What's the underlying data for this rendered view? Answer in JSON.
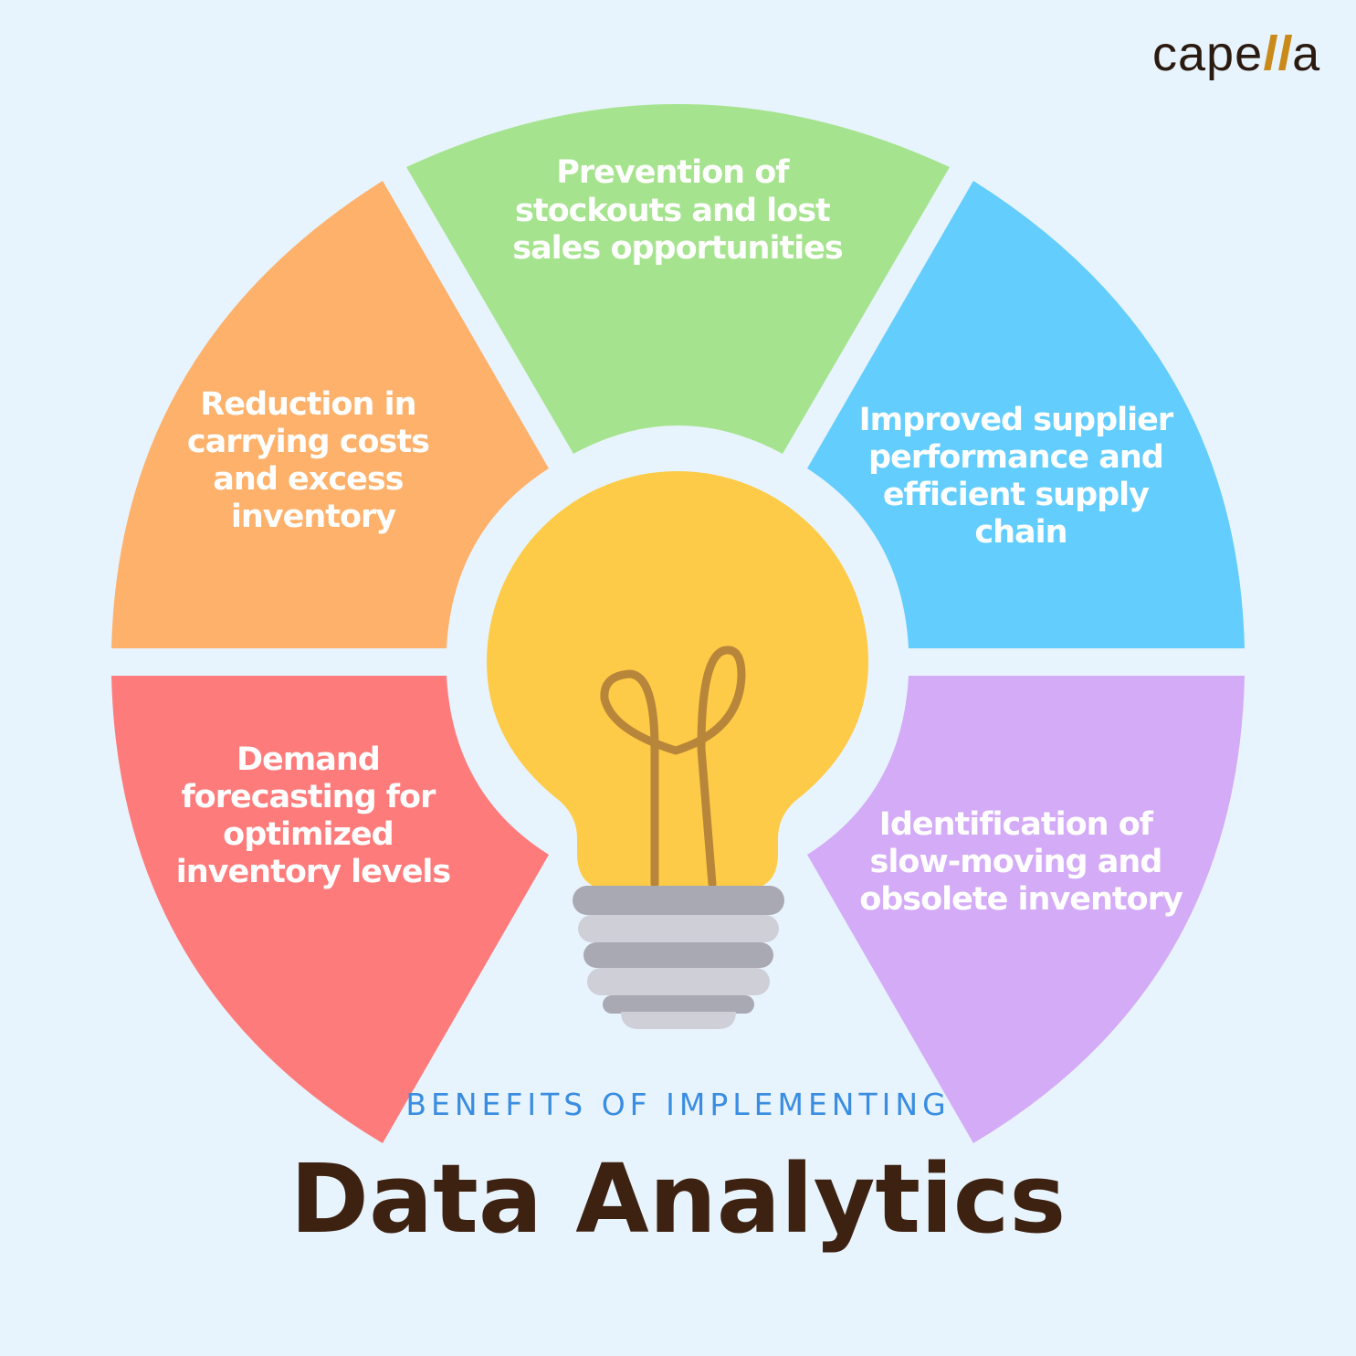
{
  "logo": {
    "text": "capella",
    "text_before": "cape",
    "text_mid": "ll",
    "text_after": "a",
    "accent_color": "#c98a1a"
  },
  "segments": [
    {
      "id": "top",
      "lines": [
        "Prevention of",
        "stockouts and lost",
        "sales opportunities"
      ],
      "color": "#a6e38f"
    },
    {
      "id": "upper-right",
      "lines": [
        "Improved supplier",
        "performance and",
        "efficient supply",
        "chain"
      ],
      "color": "#63cdfd"
    },
    {
      "id": "lower-right",
      "lines": [
        "Identification of",
        "slow-moving and",
        "obsolete inventory"
      ],
      "color": "#d4abf7"
    },
    {
      "id": "lower-left",
      "lines": [
        "Demand",
        "forecasting for",
        "optimized",
        "inventory levels"
      ],
      "color": "#fe7b7b"
    },
    {
      "id": "upper-left",
      "lines": [
        "Reduction in",
        "carrying costs",
        "and excess",
        "inventory"
      ],
      "color": "#fdb16b"
    }
  ],
  "center_icon": "lightbulb-icon",
  "subtitle": "BENEFITS OF IMPLEMENTING",
  "title": "Data Analytics",
  "colors": {
    "background": "#e8f4fd",
    "bulb": "#fdcb47",
    "filament": "#b8863a",
    "base_dark": "#a9a9b3",
    "base_light": "#cfcfd8",
    "title": "#3d2212",
    "subtitle": "#3a8de0"
  }
}
